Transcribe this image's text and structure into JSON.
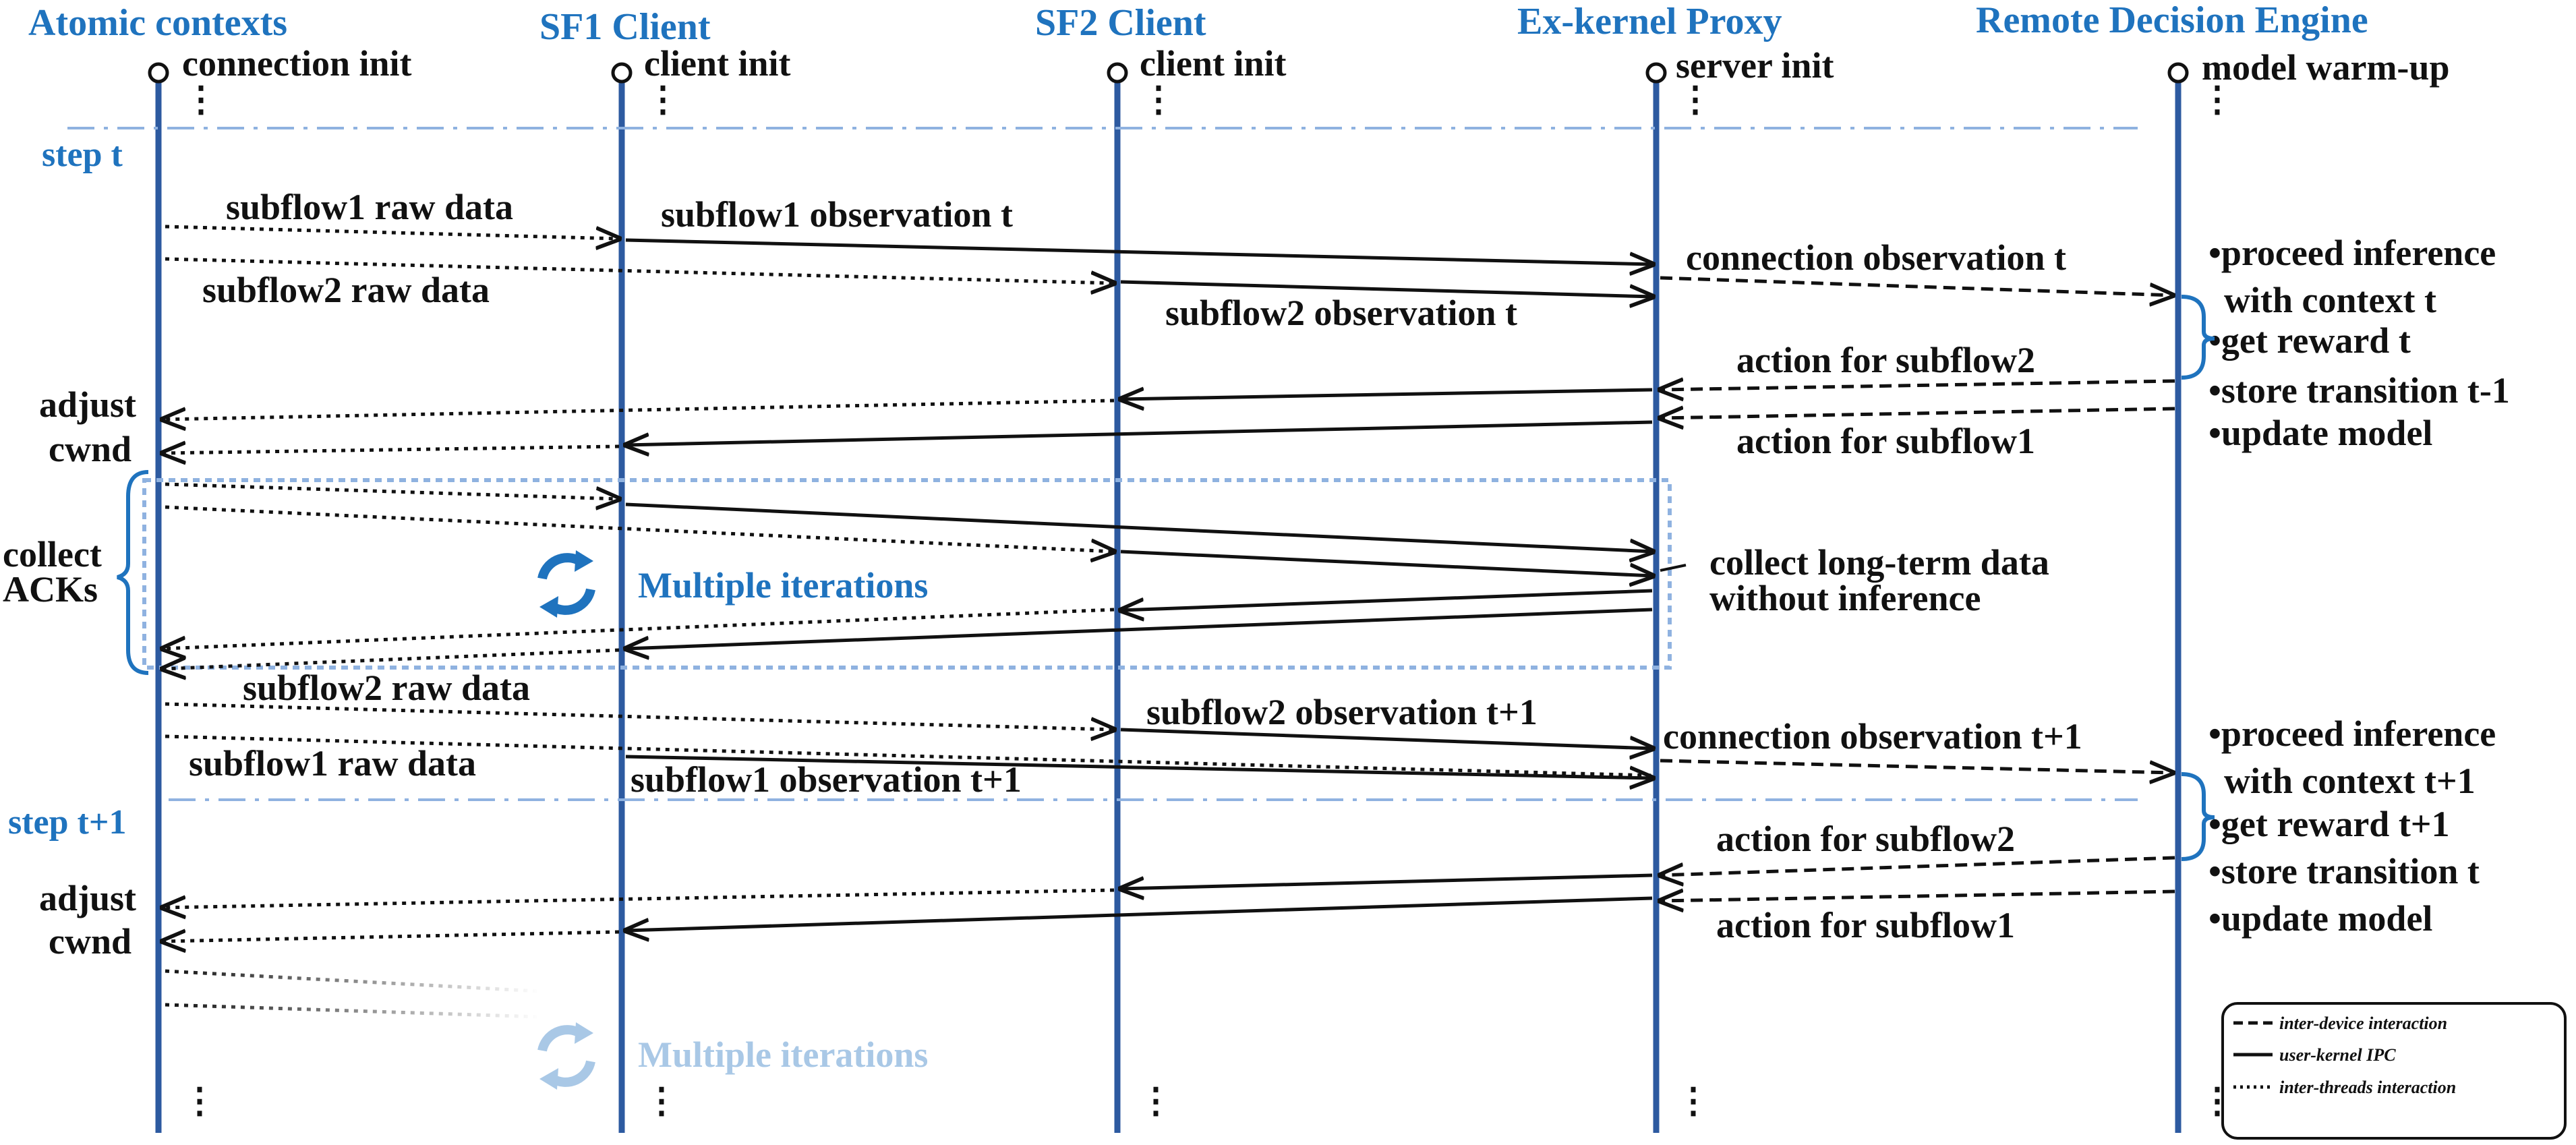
{
  "lanes": [
    {
      "id": "atomic",
      "title": "Atomic contexts",
      "init": "connection init"
    },
    {
      "id": "sf1",
      "title": "SF1 Client",
      "init": "client init"
    },
    {
      "id": "sf2",
      "title": "SF2 Client",
      "init": "client init"
    },
    {
      "id": "proxy",
      "title": "Ex-kernel Proxy",
      "init": "server init"
    },
    {
      "id": "engine",
      "title": "Remote Decision Engine",
      "init": "model warm-up"
    }
  ],
  "steps": {
    "t": "step t",
    "t1": "step t+1"
  },
  "messages_t": {
    "sf1_raw": "subflow1 raw data",
    "sf2_raw": "subflow2 raw data",
    "sf1_obs": "subflow1 observation t",
    "sf2_obs": "subflow2 observation t",
    "conn_obs": "connection observation t",
    "act_sf2": "action for subflow2",
    "act_sf1": "action for subflow1"
  },
  "messages_t1": {
    "sf2_raw": "subflow2 raw data",
    "sf1_raw": "subflow1 raw data",
    "sf2_obs": "subflow2 observation t+1",
    "sf1_obs": "subflow1 observation t+1",
    "conn_obs": "connection observation t+1",
    "act_sf2": "action for subflow2",
    "act_sf1": "action for subflow1"
  },
  "adjust": {
    "line1": "adjust",
    "line2": "cwnd"
  },
  "collect": {
    "line1": "collect",
    "line2": "ACKs"
  },
  "iterations": "Multiple iterations",
  "long_term": {
    "line1": "collect long-term data",
    "line2": "without inference"
  },
  "engine_t": [
    "proceed inference",
    "with context t",
    "get reward t",
    "store transition t-1",
    "update model"
  ],
  "engine_t1": [
    "proceed inference",
    "with context t+1",
    "get reward t+1",
    "store transition t",
    "update model"
  ],
  "legend": {
    "inter_device": "inter-device interaction",
    "ipc": "user-kernel IPC",
    "inter_thread": "inter-threads interaction"
  },
  "colors": {
    "accent": "#1f73be",
    "lifeline": "#2d5aa0",
    "faded": "#a9c8e6",
    "divider": "#8fb2e0"
  },
  "icons": [
    "refresh-cycle-icon"
  ]
}
